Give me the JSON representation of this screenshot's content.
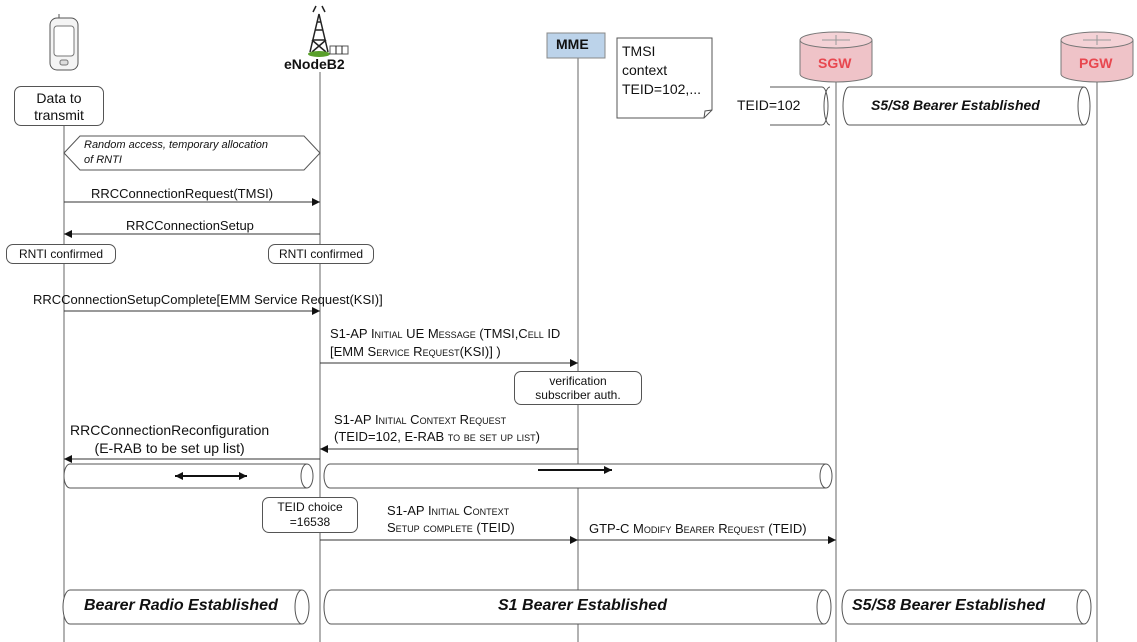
{
  "nodes": {
    "ue_box": "Data to\ntransmit",
    "enodeb": "eNodeB2",
    "mme": "MME",
    "sgw": "SGW",
    "pgw": "PGW"
  },
  "mme_note": "TMSI\ncontext\nTEID=102,...",
  "teid_sgw": "TEID=102",
  "messages": {
    "random_access": "Random access, temporary allocation\nof RNTI",
    "rrc_request": "RRCConnectionRequest(TMSI)",
    "rrc_setup": "RRCConnectionSetup",
    "rnti_ue": "RNTI confirmed",
    "rnti_enb": "RNTI confirmed",
    "rrc_setup_complete": "RRCConnectionSetupComplete[EMM Service Request(KSI)]",
    "s1ap_initial_ue": "S1-AP Initial UE Message (TMSI,Cell ID\n[EMM Service Request(KSI)] )",
    "verification": "verification\nsubscriber auth.",
    "s1ap_ctx_request": "S1-AP Initial Context Request\n(TEID=102, E-RAB to be set up list)",
    "rrc_reconfig": "RRCConnectionReconfiguration\n(E-RAB to be set up list)",
    "teid_choice": "TEID choice\n=16538",
    "s1ap_ctx_complete": "S1-AP Initial Context\nSetup complete (TEID)",
    "gtp_modify": "GTP-C Modify Bearer Request (TEID)"
  },
  "bearers": {
    "s5s8_top": "S5/S8 Bearer Established",
    "radio": "Bearer Radio Established",
    "s1": "S1 Bearer Established",
    "s5s8_bottom": "S5/S8 Bearer Established"
  },
  "colors": {
    "mme_fill": "#bcd3ea",
    "gateway_fill": "#efc3c8",
    "gateway_label": "#e8474f"
  }
}
